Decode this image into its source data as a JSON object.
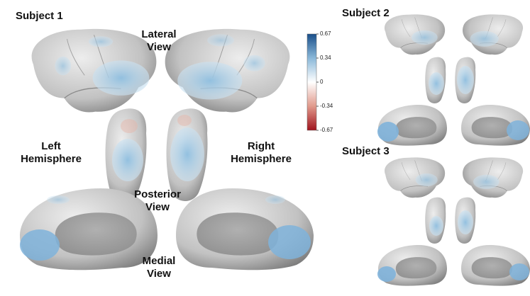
{
  "labels": {
    "subject1": "Subject 1",
    "subject2": "Subject 2",
    "subject3": "Subject 3",
    "lateral": "Lateral\nView",
    "left_hemisphere": "Left\nHemisphere",
    "right_hemisphere": "Right\nHemisphere",
    "posterior": "Posterior\nView",
    "medial": "Medial\nView"
  },
  "colorbar": {
    "ticks": [
      "0.67",
      "0.34",
      "0",
      "-0.34",
      "-0.67"
    ],
    "colors": {
      "max": "#1a4f8a",
      "mid": "#ffffff",
      "min": "#a0141e"
    }
  },
  "colors": {
    "brain_light": "#e6e6e6",
    "brain_dark": "#7d7d7d",
    "medial_wall": "#a3a3a3",
    "activation_blue": "#a9cde6",
    "activation_red": "#e7b3a6"
  }
}
